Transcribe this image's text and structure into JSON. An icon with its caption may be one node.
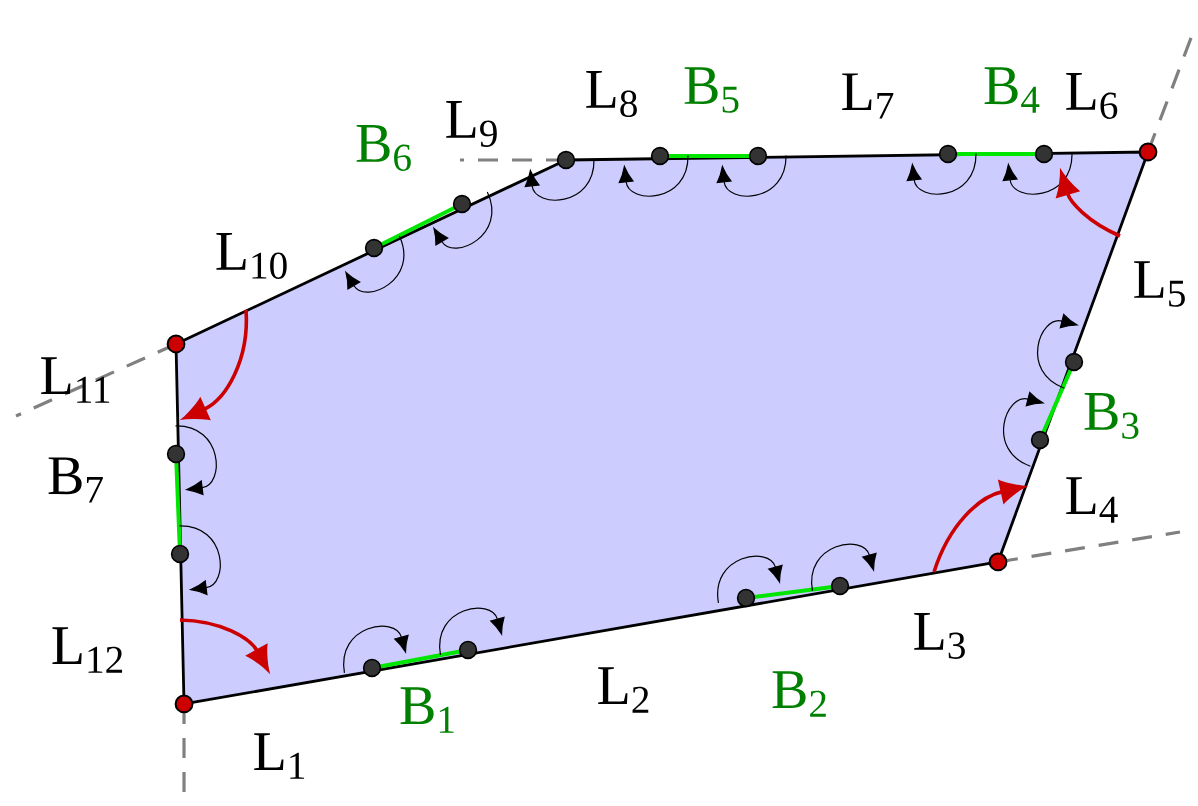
{
  "diagram": {
    "labels": [
      "L$_{1}$",
      "L$_{2}$",
      "L$_{3}$",
      "L$_{4}$",
      "L$_{5}$",
      "L$_{6}$",
      "L$_{7}$",
      "L$_{8}$",
      "L$_{9}$",
      "L$_{10}$",
      "L$_{11}$",
      "L$_{12}$",
      "B$_{1}$",
      "B$_{2}$",
      "B$_{3}$",
      "B$_{4}$",
      "B$_{5}$",
      "B$_{6}$",
      "B$_{7}$"
    ]
  }
}
